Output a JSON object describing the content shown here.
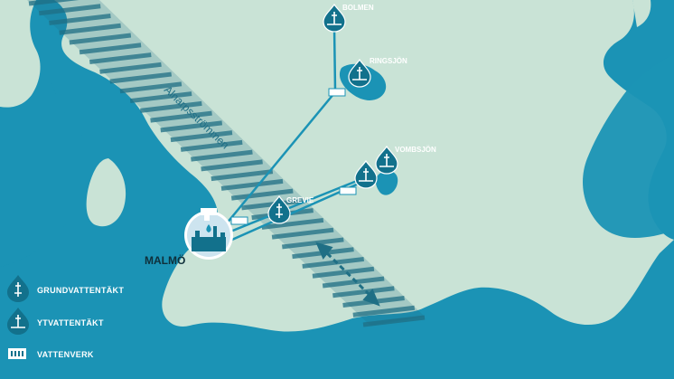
{
  "colors": {
    "land": "#c9e3d6",
    "sea": "#1b93b5",
    "dark": "#1f6f85",
    "icon": "#12718c",
    "white": "#ffffff"
  },
  "map": {
    "aquifer_label": "Alnarpsströmmen",
    "city_label": "MALMÖ",
    "places": [
      {
        "name": "BOLMEN",
        "type": "ytvattentakt"
      },
      {
        "name": "RINGSJÖN",
        "type": "ytvattentakt"
      },
      {
        "name": "VOMBSJÖN",
        "type": "ytvattentakt"
      },
      {
        "name": "GREVIE",
        "type": "grundvattentakt"
      }
    ]
  },
  "legend": {
    "items": [
      {
        "label": "GRUNDVATTENTÄKT",
        "icon": "groundwater-source-icon"
      },
      {
        "label": "YTVATTENTÄKT",
        "icon": "surface-water-source-icon"
      },
      {
        "label": "VATTENVERK",
        "icon": "waterworks-icon"
      }
    ]
  }
}
